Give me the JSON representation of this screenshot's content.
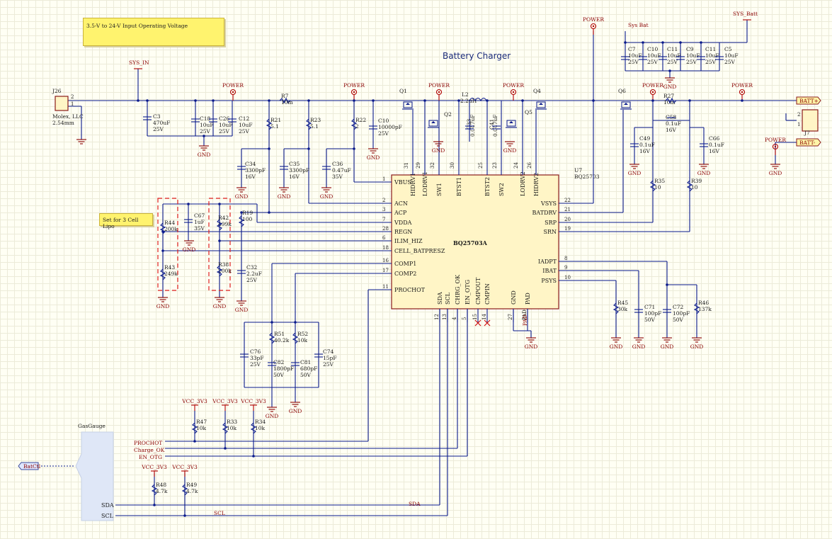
{
  "title": "Battery Charger",
  "notes": [
    "3.5-V to 24-V Input Operating Voltage",
    "Set for 3 Cell Lipo"
  ],
  "chip": {
    "ref": "U7",
    "part": "BQ25703",
    "name": "BQ25703A",
    "left_pins": [
      {
        "num": "1",
        "name": "VBUS"
      },
      {
        "num": "2",
        "name": "ACN"
      },
      {
        "num": "3",
        "name": "ACP"
      },
      {
        "num": "7",
        "name": "VDDA"
      },
      {
        "num": "28",
        "name": "REGN"
      },
      {
        "num": "6",
        "name": "ILIM_HIZ"
      },
      {
        "num": "18",
        "name": "CELL_BATPRESZ"
      },
      {
        "num": "16",
        "name": "COMP1"
      },
      {
        "num": "17",
        "name": "COMP2"
      },
      {
        "num": "11",
        "name": "PROCHOT"
      }
    ],
    "right_pins": [
      {
        "num": "22",
        "name": "VSYS"
      },
      {
        "num": "21",
        "name": "BATDRV"
      },
      {
        "num": "20",
        "name": "SRP"
      },
      {
        "num": "19",
        "name": "SRN"
      },
      {
        "num": "8",
        "name": "IADPT"
      },
      {
        "num": "9",
        "name": "IBAT"
      },
      {
        "num": "10",
        "name": "PSYS"
      }
    ],
    "top_pins": [
      {
        "num": "31",
        "name": "HIDRV1"
      },
      {
        "num": "29",
        "name": "LODRV1"
      },
      {
        "num": "32",
        "name": "SW1"
      },
      {
        "num": "30",
        "name": "BTST1"
      },
      {
        "num": "25",
        "name": "BTST2"
      },
      {
        "num": "23",
        "name": "SW2"
      },
      {
        "num": "24",
        "name": "LODRV2"
      },
      {
        "num": "26",
        "name": "HIDRV2"
      }
    ],
    "bottom_pins": [
      {
        "num": "12",
        "name": "SDA"
      },
      {
        "num": "13",
        "name": "SCL"
      },
      {
        "num": "4",
        "name": "CHRG_OK"
      },
      {
        "num": "5",
        "name": "EN_OTG"
      },
      {
        "num": "15",
        "name": "CMPOUT"
      },
      {
        "num": "14",
        "name": "CMPIN"
      },
      {
        "num": "27",
        "name": "GND"
      },
      {
        "num": "PAD",
        "name": "PAD"
      }
    ]
  },
  "nets": {
    "power": "POWER",
    "gnd": "GND",
    "sys_in": "SYS_IN",
    "sys_batt": "SYS_Batt",
    "sys_bat": "Sys Bat",
    "vcc": "VCC_3V3",
    "batt_p": "BATT+",
    "batt_n": "BATT-",
    "batctl": "BatCtl",
    "prochot": "PROCHOT",
    "charge_ok": "Charge_OK",
    "en_otg": "EN_OTG",
    "sda": "SDA",
    "scl": "SCL",
    "pad": "PAD"
  },
  "gasgauge": {
    "label": "GasGauge",
    "pins": [
      "SDA",
      "SCL"
    ]
  },
  "connectors": [
    {
      "ref": "J26",
      "value": "Molex, LLC",
      "extra": "2.54mm",
      "pins": [
        "2",
        "1"
      ]
    },
    {
      "ref": "J7",
      "pins": [
        "2",
        "1"
      ]
    }
  ],
  "components": [
    {
      "ref": "R7",
      "value": "10m"
    },
    {
      "ref": "L2",
      "value": "2.2uH"
    },
    {
      "ref": "R27",
      "value": "10m"
    },
    {
      "ref": "Q1"
    },
    {
      "ref": "Q2"
    },
    {
      "ref": "Q4"
    },
    {
      "ref": "Q5"
    },
    {
      "ref": "Q6"
    },
    {
      "ref": "C3",
      "value": "470uF",
      "v": "25V"
    },
    {
      "ref": "C18",
      "value": "10uF",
      "v": "25V"
    },
    {
      "ref": "C26",
      "value": "10uF",
      "v": "25V"
    },
    {
      "ref": "C12",
      "value": "10uF",
      "v": "25V"
    },
    {
      "ref": "R21",
      "value": "5.1"
    },
    {
      "ref": "R23",
      "value": "5.1"
    },
    {
      "ref": "R22",
      "value": "2"
    },
    {
      "ref": "C10",
      "value": "10000pF",
      "v": "25V"
    },
    {
      "ref": "C33",
      "value": "0.047uF"
    },
    {
      "ref": "C41",
      "value": "0.047uF"
    },
    {
      "ref": "C34",
      "value": "3300pF",
      "v": "16V"
    },
    {
      "ref": "C35",
      "value": "3300pF",
      "v": "16V"
    },
    {
      "ref": "C36",
      "value": "0.47uF",
      "v": "35V"
    },
    {
      "ref": "C7",
      "value": "10uF",
      "v": "25V"
    },
    {
      "ref": "C10",
      "value": "10uF",
      "v": "25V"
    },
    {
      "ref": "C11",
      "value": "10uF",
      "v": "25V"
    },
    {
      "ref": "C9",
      "value": "10uF",
      "v": "25V"
    },
    {
      "ref": "C11",
      "value": "10uF",
      "v": "25V"
    },
    {
      "ref": "C5",
      "value": "10uF",
      "v": "25V"
    },
    {
      "ref": "C58",
      "value": "0.1uF",
      "v": "16V"
    },
    {
      "ref": "C49",
      "value": "0.1uF",
      "v": "16V"
    },
    {
      "ref": "C66",
      "value": "0.1uF",
      "v": "16V"
    },
    {
      "ref": "R35",
      "value": "10"
    },
    {
      "ref": "R39",
      "value": "10"
    },
    {
      "ref": "R44",
      "value": "200k"
    },
    {
      "ref": "C67",
      "value": "1uF",
      "v": "35V"
    },
    {
      "ref": "R42",
      "value": "499k"
    },
    {
      "ref": "R19",
      "value": "100"
    },
    {
      "ref": "R43",
      "value": "249k"
    },
    {
      "ref": "R38",
      "value": "200k"
    },
    {
      "ref": "C32",
      "value": "2.2uF",
      "v": "25V"
    },
    {
      "ref": "R51",
      "value": "40.2k"
    },
    {
      "ref": "R52",
      "value": "10k"
    },
    {
      "ref": "C76",
      "value": "33pF",
      "v": "25V"
    },
    {
      "ref": "C82",
      "value": "1800pF",
      "v": "50V"
    },
    {
      "ref": "C81",
      "value": "680pF",
      "v": "50V"
    },
    {
      "ref": "C74",
      "value": "15pF",
      "v": "25V"
    },
    {
      "ref": "R45",
      "value": "30k"
    },
    {
      "ref": "C71",
      "value": "100pF",
      "v": "50V"
    },
    {
      "ref": "C72",
      "value": "100pF",
      "v": "50V"
    },
    {
      "ref": "R46",
      "value": "137k"
    },
    {
      "ref": "R47",
      "value": "10k"
    },
    {
      "ref": "R33",
      "value": "10k"
    },
    {
      "ref": "R34",
      "value": "10k"
    },
    {
      "ref": "R48",
      "value": "4.7k"
    },
    {
      "ref": "R49",
      "value": "4.7k"
    }
  ],
  "colors": {
    "wire": "#0a1a8c",
    "power": "#b00000",
    "gnd": "#8a0000",
    "body": "#fff5c6",
    "note": "#fff36e"
  }
}
